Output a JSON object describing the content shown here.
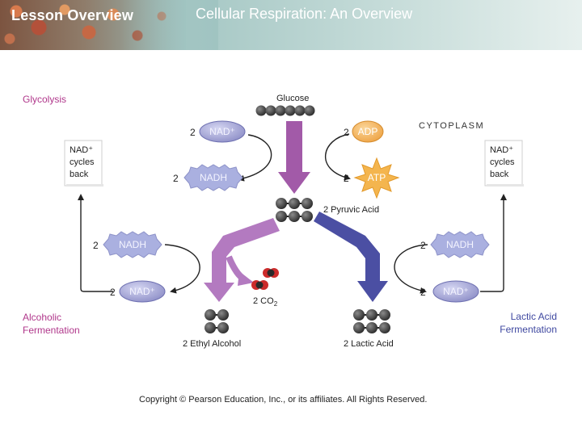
{
  "header": {
    "lesson_label": "Lesson Overview",
    "slide_title": "Cellular Respiration: An Overview"
  },
  "diagram": {
    "section_glycolysis": "Glycolysis",
    "cytoplasm_label": "CYTOPLASM",
    "glucose_label": "Glucose",
    "nad_left_count": "2",
    "nad_left_label": "NAD⁺",
    "nadh_left_count": "2",
    "nadh_left_label": "NADH",
    "adp_count": "2",
    "adp_label": "ADP",
    "atp_count": "2",
    "atp_label": "ATP",
    "pyruvic_label": "2 Pyruvic Acid",
    "recycle_left_line1": "NAD⁺",
    "recycle_left_line2": "cycles",
    "recycle_left_line3": "back",
    "recycle_right_line1": "NAD⁺",
    "recycle_right_line2": "cycles",
    "recycle_right_line3": "back",
    "alc_nadh_count": "2",
    "alc_nadh_label": "NADH",
    "alc_nad_count": "2",
    "alc_nad_label": "NAD⁺",
    "lac_nadh_count": "2",
    "lac_nadh_label": "NADH",
    "lac_nad_count": "2",
    "lac_nad_label": "NAD⁺",
    "co2_label": "2 CO",
    "co2_sub": "2",
    "alcoholic_line1": "Alcoholic",
    "alcoholic_line2": "Fermentation",
    "lactic_line1": "Lactic Acid",
    "lactic_line2": "Fermentation",
    "ethyl_label": "2 Ethyl Alcohol",
    "lactic_acid_label": "2 Lactic Acid",
    "copyright": "Copyright © Pearson Education, Inc., or its affiliates. All Rights Reserved."
  },
  "colors": {
    "glycolysis_arrow": "#a25aa8",
    "alcoholic_arrow": "#b37ac0",
    "lactic_arrow": "#4b4fa3",
    "nad_oval": "#9e9fd3",
    "nadh_star": "#a8aee0",
    "adp_oval": "#f3b25a",
    "atp_star": "#f4b54e",
    "section_label": "#b0378b",
    "molecule": "#3b3b3b"
  }
}
